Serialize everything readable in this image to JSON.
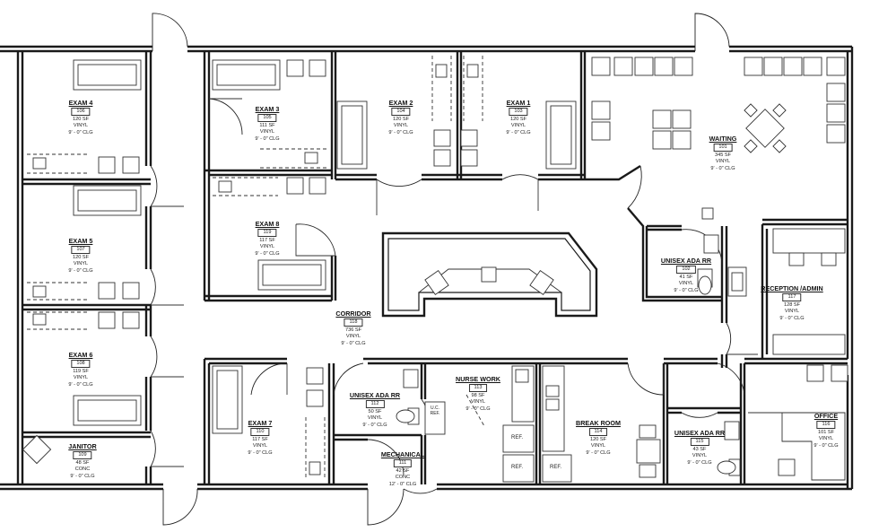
{
  "rooms": {
    "exam4": {
      "name": "EXAM 4",
      "number": "106",
      "area": "120 SF",
      "finish": "VINYL",
      "ceiling": "9' - 0\" CLG"
    },
    "exam3": {
      "name": "EXAM 3",
      "number": "105",
      "area": "111 SF",
      "finish": "VINYL",
      "ceiling": "9' - 0\" CLG"
    },
    "exam2": {
      "name": "EXAM 2",
      "number": "104",
      "area": "120 SF",
      "finish": "VINYL",
      "ceiling": "9' - 0\" CLG"
    },
    "exam1": {
      "name": "EXAM 1",
      "number": "103",
      "area": "120 SF",
      "finish": "VINYL",
      "ceiling": "9' - 0\" CLG"
    },
    "waiting": {
      "name": "WAITING",
      "number": "101",
      "area": "345 SF",
      "finish": "VINYL",
      "ceiling": "9' - 0\" CLG"
    },
    "exam8": {
      "name": "EXAM 8",
      "number": "119",
      "area": "117 SF",
      "finish": "VINYL",
      "ceiling": "9' - 0\" CLG"
    },
    "exam5": {
      "name": "EXAM 5",
      "number": "107",
      "area": "120 SF",
      "finish": "VINYL",
      "ceiling": "9' - 0\" CLG"
    },
    "rr102": {
      "name": "UNISEX ADA RR",
      "number": "102",
      "area": "41 SF",
      "finish": "VINYL",
      "ceiling": "9' - 0\" CLG"
    },
    "reception": {
      "name": "RECEPTION /ADMIN",
      "number": "117",
      "area": "128 SF",
      "finish": "VINYL",
      "ceiling": "9' - 0\" CLG"
    },
    "corridor": {
      "name": "CORRIDOR",
      "number": "118",
      "area": "736 SF",
      "finish": "VINYL",
      "ceiling": "9' - 0\" CLG"
    },
    "exam6": {
      "name": "EXAM 6",
      "number": "108",
      "area": "119 SF",
      "finish": "VINYL",
      "ceiling": "9' - 0\" CLG"
    },
    "nursework": {
      "name": "NURSE WORK",
      "number": "113",
      "area": "98 SF",
      "finish": "VINYL",
      "ceiling": "9' - 0\" CLG"
    },
    "rr112": {
      "name": "UNISEX ADA RR",
      "number": "112",
      "area": "50 SF",
      "finish": "VINYL",
      "ceiling": "9' - 0\" CLG"
    },
    "exam7": {
      "name": "EXAM 7",
      "number": "110",
      "area": "117 SF",
      "finish": "VINYL",
      "ceiling": "9' - 0\" CLG"
    },
    "breakroom": {
      "name": "BREAK ROOM",
      "number": "114",
      "area": "120 SF",
      "finish": "VINYL",
      "ceiling": "9' - 0\" CLG"
    },
    "office": {
      "name": "OFFICE",
      "number": "116",
      "area": "101 SF",
      "finish": "VINYL",
      "ceiling": "9' - 0\" CLG"
    },
    "rr115": {
      "name": "UNISEX ADA RR",
      "number": "115",
      "area": "43 SF",
      "finish": "VINYL",
      "ceiling": "9' - 0\" CLG"
    },
    "janitor": {
      "name": "JANITOR",
      "number": "109",
      "area": "48 SF",
      "finish": "CONC",
      "ceiling": "9' - 0\" CLG"
    },
    "mechanical": {
      "name": "MECHANICAL",
      "number": "111",
      "area": "42 SF",
      "finish": "CONC",
      "ceiling": "12' - 0\" CLG"
    }
  },
  "labels": {
    "ref": "REF.",
    "uc_ref": "U.C. REF."
  }
}
